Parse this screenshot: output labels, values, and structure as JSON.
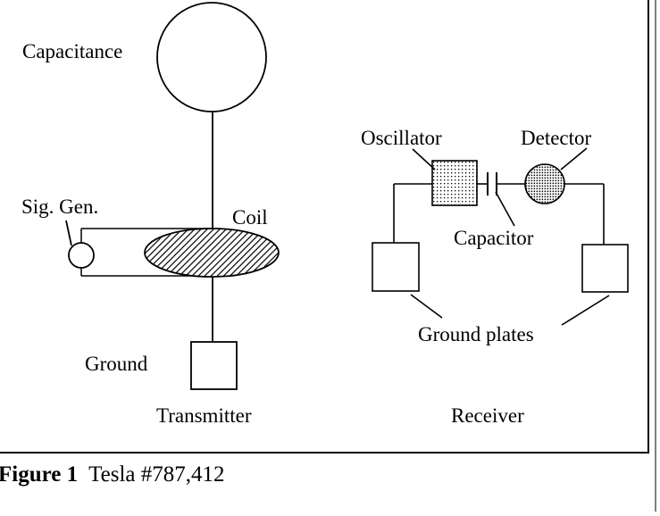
{
  "figure": {
    "labels": {
      "capacitance": "Capacitance",
      "sig_gen": "Sig. Gen.",
      "coil": "Coil",
      "ground": "Ground",
      "transmitter": "Transmitter",
      "oscillator": "Oscillator",
      "detector": "Detector",
      "capacitor": "Capacitor",
      "ground_plates": "Ground plates",
      "receiver": "Receiver"
    },
    "caption": {
      "prefix": "Figure 1",
      "text": "Tesla #787,412"
    }
  }
}
